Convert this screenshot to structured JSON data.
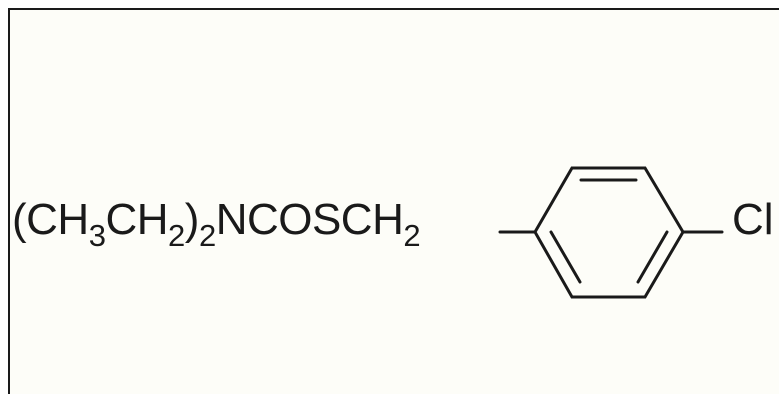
{
  "molecule": {
    "formula": {
      "open_paren": "(",
      "ch": "CH",
      "sub3": "3",
      "ch2": "CH",
      "sub2a": "2",
      "close_paren": ")",
      "sub2b": "2",
      "ncosch": "NCOSCH",
      "sub2c": "2"
    },
    "substituent": "Cl",
    "ring": "benzene-para-disubstituted"
  },
  "colors": {
    "ink": "#1a1a1a",
    "background": "#fdfdf8"
  }
}
